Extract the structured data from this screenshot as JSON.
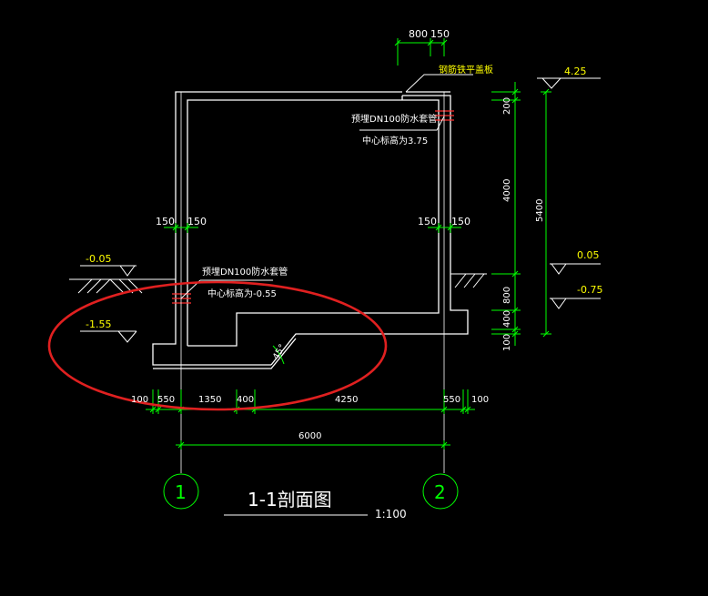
{
  "colors": {
    "background": "#000000",
    "wall": "#ffffff",
    "dimension": "#00ff00",
    "level_label": "#ffff00",
    "text": "#ffffff",
    "pipe_mark": "#ff0000",
    "highlight_ellipse": "#e02020"
  },
  "title": {
    "name": "1-1剖面图",
    "scale": "1:100"
  },
  "axes": {
    "left": "1",
    "right": "2"
  },
  "top_dims": [
    "800",
    "150"
  ],
  "cover_label": "钢筋铁平盖板",
  "annotations": {
    "upper_pipe_line1": "预埋DN100防水套管",
    "upper_pipe_line2": "中心标高为3.75",
    "lower_pipe_line1": "预埋DN100防水套管",
    "lower_pipe_line2": "中心标高为-0.55"
  },
  "wall_thickness_dims": {
    "left_a": "150",
    "left_b": "150",
    "right_a": "150",
    "right_b": "150"
  },
  "levels": {
    "top": "4.25",
    "right_ground": "0.05",
    "right_lower": "-0.75",
    "left_ground": "-0.05",
    "left_lower": "-1.55"
  },
  "right_vertical_dims": [
    "200",
    "4000",
    "800",
    "400",
    "100"
  ],
  "overall_height": "5400",
  "bottom_dims": [
    "100",
    "550",
    "1350",
    "400",
    "4250",
    "550",
    "100"
  ],
  "overall_width": "6000",
  "slope_angle": "45°"
}
